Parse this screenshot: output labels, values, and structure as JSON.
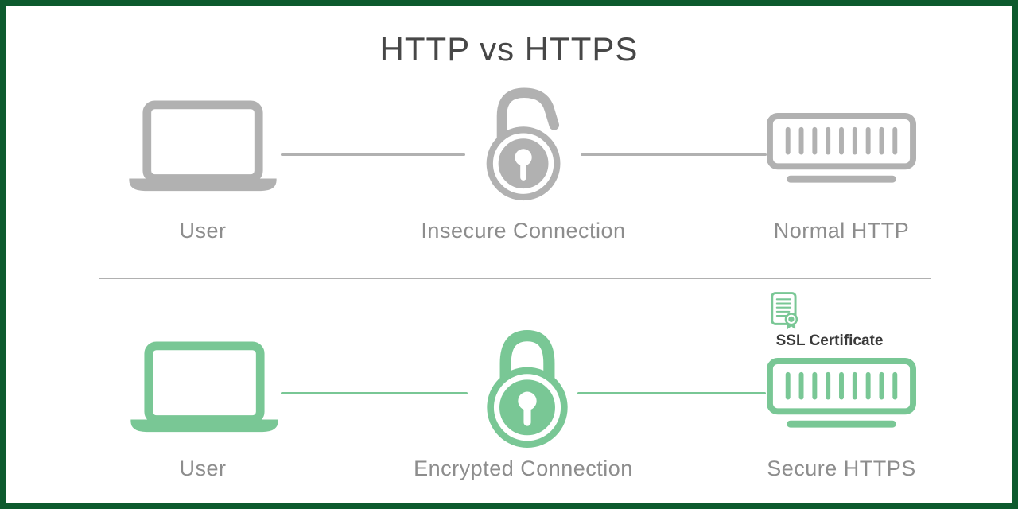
{
  "title": "HTTP vs HTTPS",
  "colors": {
    "c-border": "#0d5a2e",
    "c-gray": "#b1b1b1",
    "c-green": "#79c795",
    "c-label": "#8d8d8d",
    "c-title": "#474747",
    "c-divider": "#b0b0b0",
    "c-ssltext": "#3a3a3a"
  },
  "http_row": {
    "user_label": "User",
    "connection_label": "Insecure Connection",
    "server_label": "Normal HTTP"
  },
  "https_row": {
    "user_label": "User",
    "connection_label": "Encrypted Connection",
    "server_label": "Secure HTTPS",
    "certificate_label": "SSL Certificate"
  },
  "icons": {
    "laptop": "laptop-icon",
    "open_padlock": "unlocked-padlock-icon",
    "closed_padlock": "locked-padlock-icon",
    "server": "server-icon",
    "certificate": "ssl-certificate-icon"
  }
}
